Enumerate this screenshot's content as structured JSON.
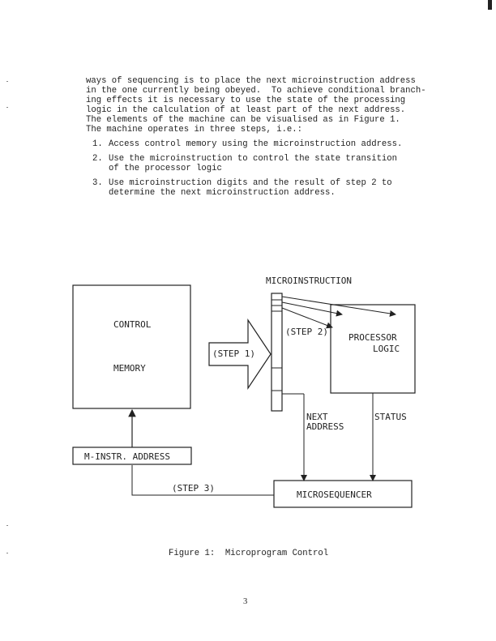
{
  "paragraph": {
    "lines": [
      "ways of sequencing is to place the next microinstruction address",
      "in the one currently being obeyed.  To achieve conditional branch-",
      "ing effects it is necessary to use the state of the processing",
      "logic in the calculation of at least part of the next address.",
      "The elements of the machine can be visualised as in Figure 1.",
      "The machine operates in three steps, i.e.:"
    ]
  },
  "steps": [
    {
      "number": "1.",
      "lines": [
        "Access control memory using the microinstruction address."
      ]
    },
    {
      "number": "2.",
      "lines": [
        "Use the microinstruction to control the state transition",
        "of the processor logic"
      ]
    },
    {
      "number": "3.",
      "lines": [
        "Use microinstruction digits and the result of step 2 to",
        "determine the next microinstruction address."
      ]
    }
  ],
  "diagram": {
    "microinstruction_label": "MICROINSTRUCTION",
    "control_memory_line1": "CONTROL",
    "control_memory_line2": "MEMORY",
    "step1_label": "(STEP 1)",
    "step2_label": "(STEP 2)",
    "processor_line1": "PROCESSOR",
    "processor_line2": "LOGIC",
    "next_address_line1": "NEXT",
    "next_address_line2": "ADDRESS",
    "status_label": "STATUS",
    "mi_address_label": "M-INSTR. ADDRESS",
    "step3_label": "(STEP 3)",
    "microsequencer_label": "MICROSEQUENCER"
  },
  "caption": "Figure 1:  Microprogram Control",
  "page_number": "3"
}
